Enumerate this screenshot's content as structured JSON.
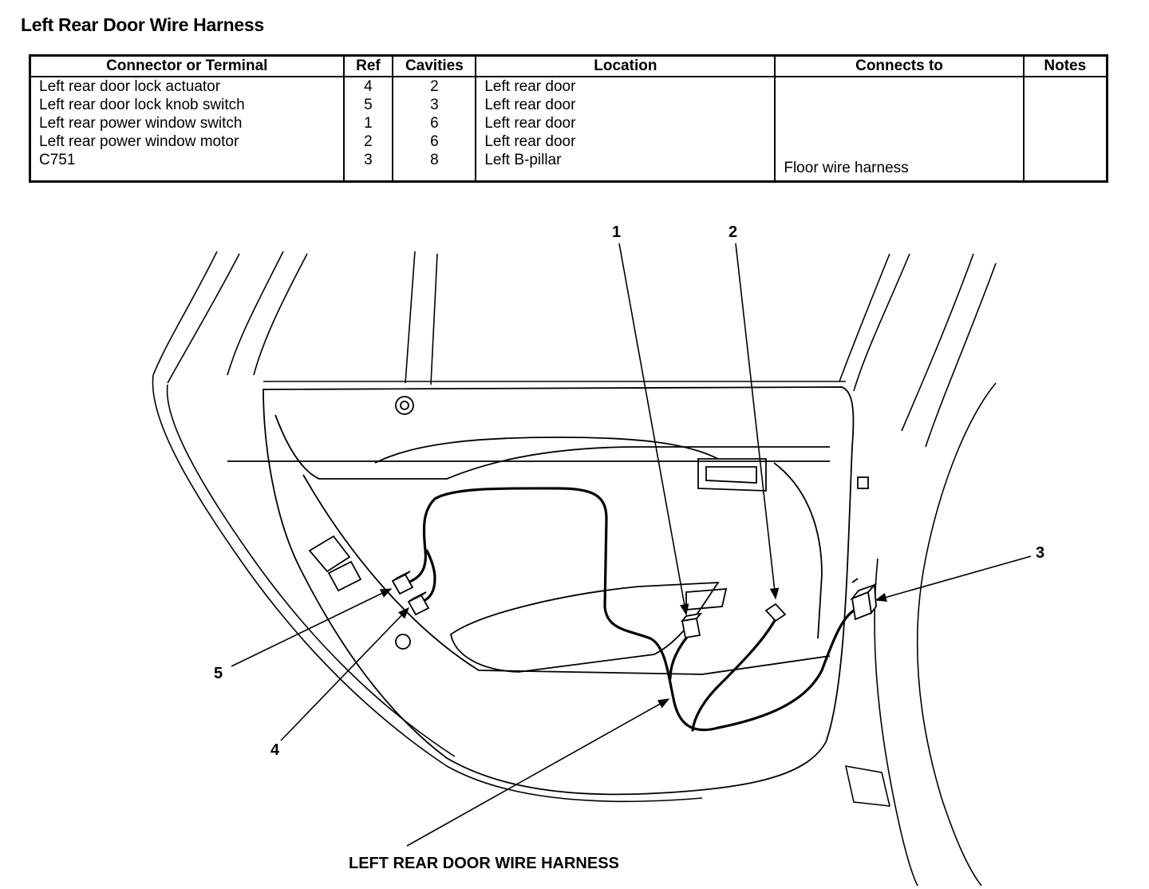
{
  "title": "Left Rear Door Wire Harness",
  "table": {
    "headers": [
      "Connector or Terminal",
      "Ref",
      "Cavities",
      "Location",
      "Connects to",
      "Notes"
    ],
    "rows": [
      {
        "connector": "Left rear door lock actuator",
        "ref": "4",
        "cavities": "2",
        "location": "Left rear door",
        "connects_to": "",
        "notes": ""
      },
      {
        "connector": "Left rear door lock knob switch",
        "ref": "5",
        "cavities": "3",
        "location": "Left rear door",
        "connects_to": "",
        "notes": ""
      },
      {
        "connector": "Left rear power window switch",
        "ref": "1",
        "cavities": "6",
        "location": "Left rear door",
        "connects_to": "",
        "notes": ""
      },
      {
        "connector": "Left rear power window motor",
        "ref": "2",
        "cavities": "6",
        "location": "Left rear door",
        "connects_to": "",
        "notes": ""
      },
      {
        "connector": "C751",
        "ref": "3",
        "cavities": "8",
        "location": "Left B-pillar",
        "connects_to": "Floor wire harness",
        "notes": ""
      }
    ]
  },
  "diagram": {
    "callouts": [
      "1",
      "2",
      "3",
      "4",
      "5"
    ],
    "caption": "LEFT REAR DOOR WIRE HARNESS"
  }
}
